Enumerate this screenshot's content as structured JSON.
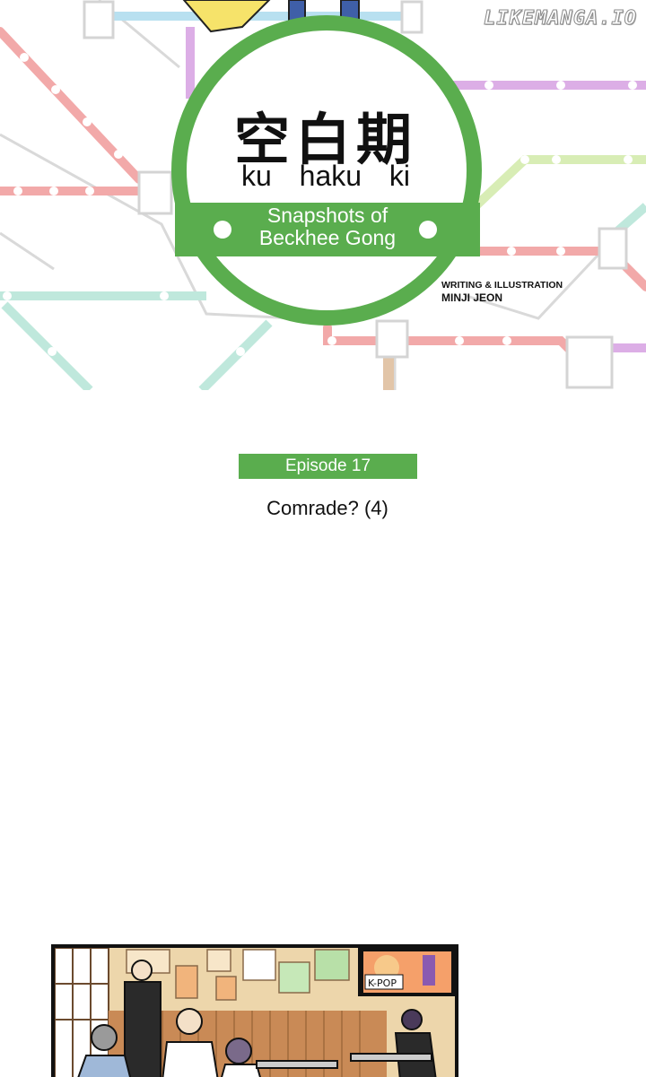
{
  "watermark": "LIKEMANGA.IO",
  "sign": {
    "kanji": "空白期",
    "romaji": "ku haku ki",
    "subtitle_line1": "Snapshots of",
    "subtitle_line2": "Beckhee Gong"
  },
  "credit": {
    "role": "WRITING & ILLUSTRATION",
    "name": "MINJI JEON"
  },
  "episode": {
    "label": "Episode 17",
    "title": "Comrade? (4)"
  },
  "panel": {
    "sign_text": "K-POP"
  },
  "colors": {
    "sign_green": "#5aad4e",
    "line_red": "#f2a9a9",
    "line_purple": "#dcaee6",
    "line_blue": "#b8e0f0",
    "line_mint": "#bfe8dc",
    "line_lime": "#d8edb5",
    "line_tan": "#e2c5a8",
    "line_gray": "#d8d8d8"
  }
}
